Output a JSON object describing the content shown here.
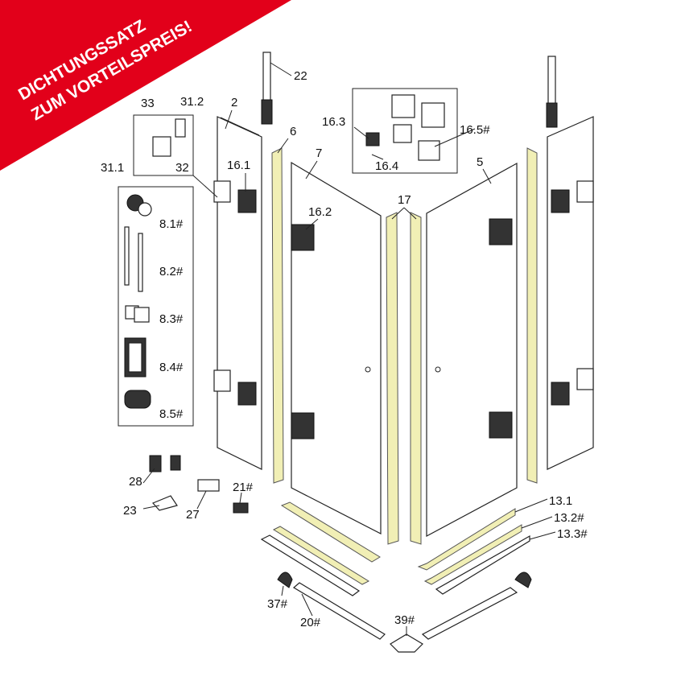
{
  "banner": {
    "line1": "DICHTUNGSSATZ",
    "line2": "ZUM VORTEILSPREIS!",
    "color": "#e2001a"
  },
  "labels": {
    "p22": "22",
    "p33": "33",
    "p31_2": "31.2",
    "p2": "2",
    "p6": "6",
    "p7": "7",
    "p16_3": "16.3",
    "p16_5": "16.5#",
    "p16_4": "16.4",
    "p5": "5",
    "p17": "17",
    "p31_1": "31.1",
    "p32": "32",
    "p16_1": "16.1",
    "p16_2": "16.2",
    "p8_1": "8.1#",
    "p8_2": "8.2#",
    "p8_3": "8.3#",
    "p8_4": "8.4#",
    "p8_5": "8.5#",
    "p28": "28",
    "p21": "21#",
    "p23": "23",
    "p27": "27",
    "p13_1": "13.1",
    "p13_2": "13.2#",
    "p13_3": "13.3#",
    "p37": "37#",
    "p20": "20#",
    "p39": "39#"
  },
  "colors": {
    "seal": "#f1efb5",
    "line": "#222222"
  }
}
